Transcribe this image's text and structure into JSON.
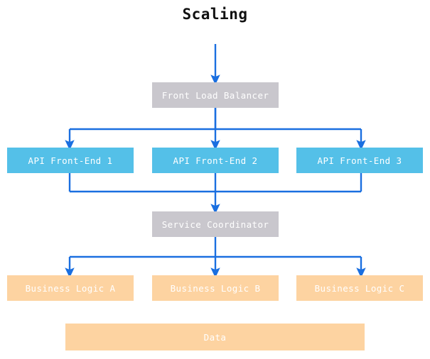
{
  "title": "Scaling",
  "theme": {
    "background": "#ffffff",
    "title_color": "#111111",
    "node_gray": "#c9c7cd",
    "node_cyan": "#54c0e8",
    "node_orange": "#fdd3a1",
    "node_text": "#ffffff",
    "connector": "#1a6fe0"
  },
  "nodes": {
    "front_load_balancer": "Front Load Balancer",
    "api_front_end_1": "API Front-End 1",
    "api_front_end_2": "API Front-End 2",
    "api_front_end_3": "API Front-End 3",
    "service_coordinator": "Service Coordinator",
    "business_logic_a": "Business Logic A",
    "business_logic_b": "Business Logic B",
    "business_logic_c": "Business Logic C",
    "data": "Data"
  },
  "layers": [
    {
      "name": "entry",
      "labels": []
    },
    {
      "name": "balancer",
      "labels": [
        "Front Load Balancer"
      ]
    },
    {
      "name": "api-tier",
      "labels": [
        "API Front-End 1",
        "API Front-End 2",
        "API Front-End 3"
      ]
    },
    {
      "name": "coordinator",
      "labels": [
        "Service Coordinator"
      ]
    },
    {
      "name": "logic-tier",
      "labels": [
        "Business Logic A",
        "Business Logic B",
        "Business Logic C"
      ]
    },
    {
      "name": "data-tier",
      "labels": [
        "Data"
      ]
    }
  ],
  "edges": [
    {
      "from": "external-entry",
      "to": "Front Load Balancer",
      "arrow": true
    },
    {
      "from": "Front Load Balancer",
      "to": "API Front-End 1",
      "arrow": true
    },
    {
      "from": "Front Load Balancer",
      "to": "API Front-End 2",
      "arrow": true
    },
    {
      "from": "Front Load Balancer",
      "to": "API Front-End 3",
      "arrow": true
    },
    {
      "from": "API Front-End 1",
      "to": "Service Coordinator",
      "arrow": true
    },
    {
      "from": "API Front-End 2",
      "to": "Service Coordinator",
      "arrow": true
    },
    {
      "from": "API Front-End 3",
      "to": "Service Coordinator",
      "arrow": true
    },
    {
      "from": "Service Coordinator",
      "to": "Business Logic A",
      "arrow": true
    },
    {
      "from": "Service Coordinator",
      "to": "Business Logic B",
      "arrow": true
    },
    {
      "from": "Service Coordinator",
      "to": "Business Logic C",
      "arrow": true
    }
  ]
}
